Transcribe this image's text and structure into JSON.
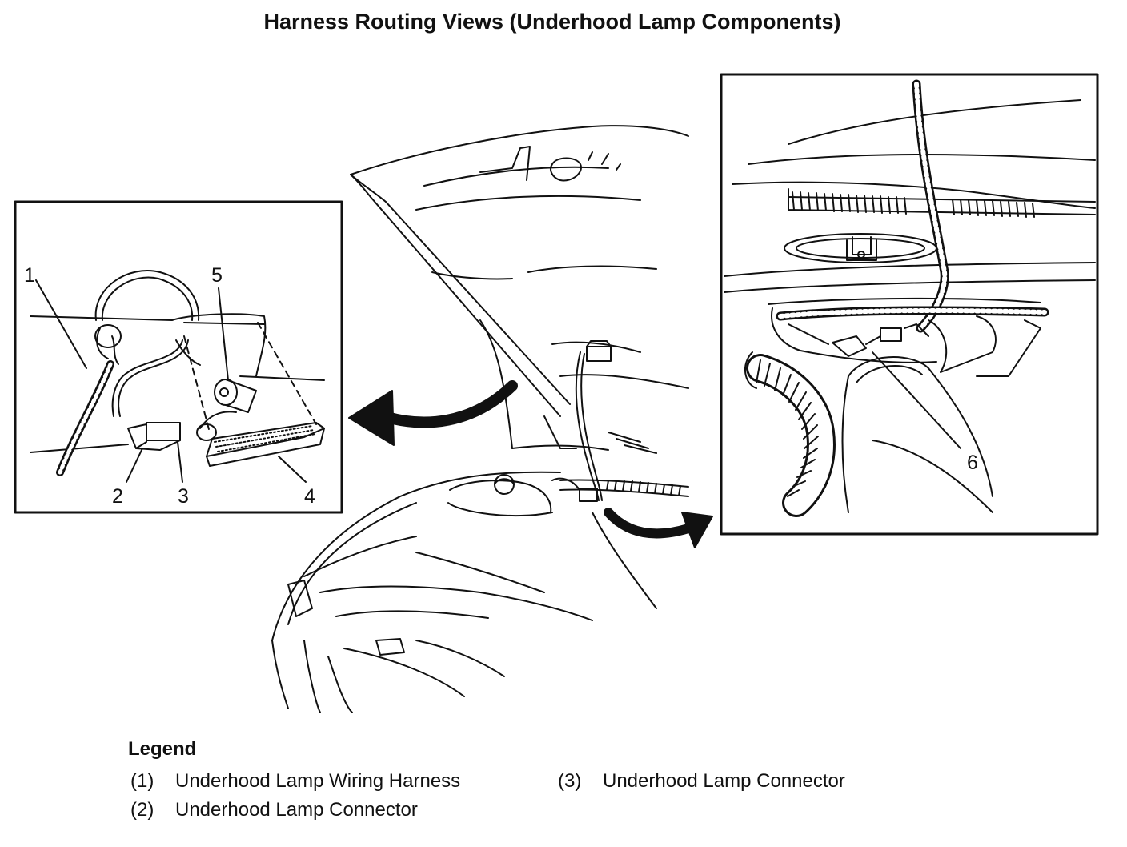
{
  "title": "Harness Routing Views (Underhood Lamp Components)",
  "callouts": {
    "c1": "1",
    "c2": "2",
    "c3": "3",
    "c4": "4",
    "c5": "5",
    "c6": "6"
  },
  "legend": {
    "heading": "Legend",
    "items": [
      {
        "num": "(1)",
        "text": "Underhood Lamp Wiring Harness"
      },
      {
        "num": "(2)",
        "text": "Underhood Lamp Connector"
      },
      {
        "num": "(3)",
        "text": "Underhood Lamp Connector"
      }
    ]
  }
}
